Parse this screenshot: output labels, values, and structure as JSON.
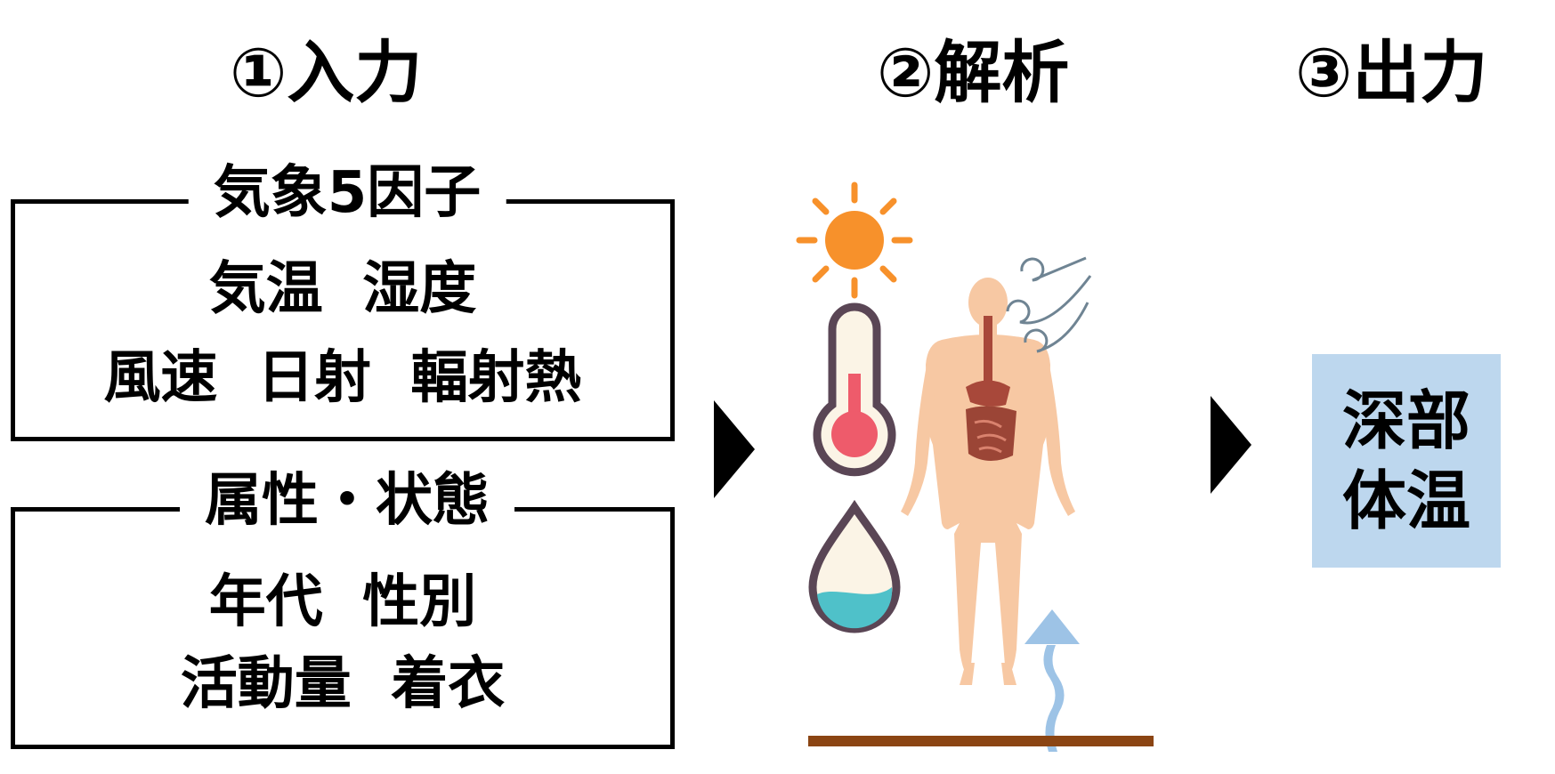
{
  "steps": {
    "input": "①入力",
    "analysis": "②解析",
    "output": "③出力"
  },
  "weather_box": {
    "title": "気象5因子",
    "line1": "気温  湿度",
    "line2": "風速  日射  輻射熱"
  },
  "attribute_box": {
    "title": "属性・状態",
    "line1": "年代  性別",
    "line2": "活動量  着衣"
  },
  "output_box": {
    "line1": "深部",
    "line2": "体温"
  },
  "icons": [
    "sun-icon",
    "thermometer-icon",
    "water-drop-icon",
    "wind-icon",
    "human-body-icon",
    "heat-rising-arrow-icon"
  ],
  "colors": {
    "sun": "#f7912b",
    "thermometer_fill": "#ee5b6b",
    "outline": "#5a4655",
    "water": "#4fc1c9",
    "body": "#f7c8a3",
    "organs": "#a8483a",
    "wind": "#6f8493",
    "heat_arrow": "#9dc3e6",
    "ground": "#8b4513",
    "output_box": "#bdd7ee"
  }
}
